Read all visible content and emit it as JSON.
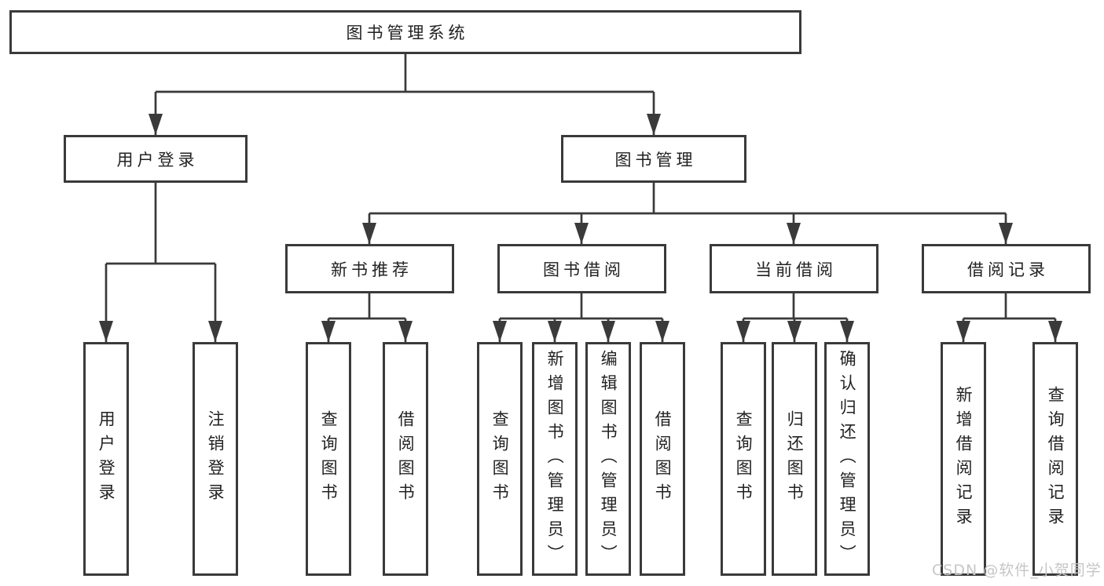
{
  "colors": {
    "line": "#3a3a3a",
    "text": "#222222",
    "background": "#ffffff",
    "watermark": "#c6c6c6"
  },
  "diagram": {
    "root": {
      "label": "图书管理系统"
    },
    "branches": [
      {
        "label": "用户登录",
        "children": [
          {
            "label": "用户登录"
          },
          {
            "label": "注销登录"
          }
        ]
      },
      {
        "label": "图书管理",
        "children": [
          {
            "label": "新书推荐",
            "children": [
              {
                "label": "查询图书"
              },
              {
                "label": "借阅图书"
              }
            ]
          },
          {
            "label": "图书借阅",
            "children": [
              {
                "label": "查询图书"
              },
              {
                "label": "新增图书（管理员）"
              },
              {
                "label": "编辑图书（管理员）"
              },
              {
                "label": "借阅图书"
              }
            ]
          },
          {
            "label": "当前借阅",
            "children": [
              {
                "label": "查询图书"
              },
              {
                "label": "归还图书"
              },
              {
                "label": "确认归还（管理员）"
              }
            ]
          },
          {
            "label": "借阅记录",
            "children": [
              {
                "label": "新增借阅记录"
              },
              {
                "label": "查询借阅记录"
              }
            ]
          }
        ]
      }
    ]
  },
  "watermark": {
    "text": "CSDN @软件_小贺同学"
  }
}
